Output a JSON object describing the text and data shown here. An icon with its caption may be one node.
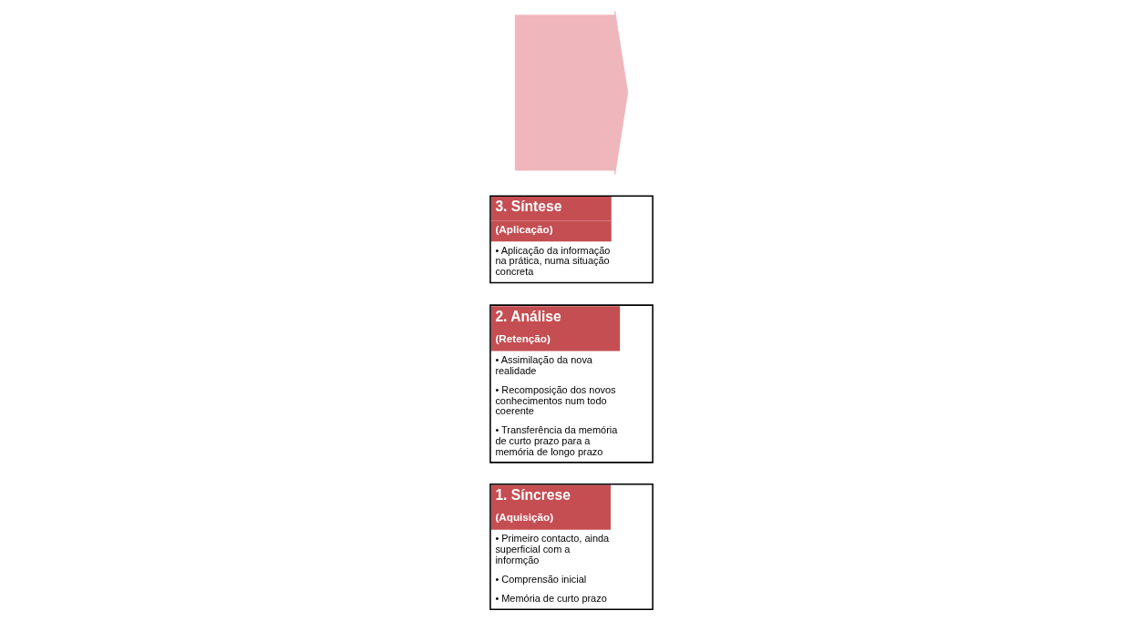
{
  "diagram": {
    "nodes": [
      {
        "text": [
          "1. Síncrese",
          "(Aquisição)",
          "• Primeiro contacto, ainda superficial com a informção",
          "• Comprensão inicial",
          "• Memória de curto prazo"
        ]
      },
      {
        "text": [
          "2. Análise",
          "(Retenção)",
          "• Assimilação da nova realidade",
          "• Recomposição dos novos conhecimentos num todo coerente",
          "• Transferência da memória de curto prazo para a memória de longo prazo"
        ]
      },
      {
        "text": [
          "3. Síntese",
          "(Aplicação)",
          "• Aplicação da informação na prática, numa situação concreta"
        ]
      },
      {
        "text": [],
        "shape": "arrow"
      }
    ]
  }
}
